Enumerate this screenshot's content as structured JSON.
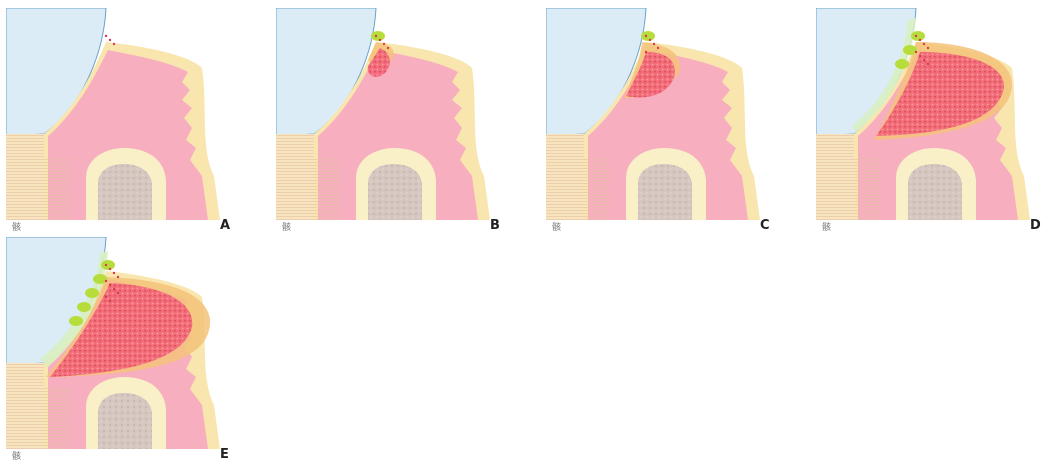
{
  "panels": [
    {
      "id": "a",
      "label": "A",
      "corner": "骸",
      "stage": 0
    },
    {
      "id": "b",
      "label": "B",
      "corner": "骸",
      "stage": 1
    },
    {
      "id": "c",
      "label": "C",
      "corner": "骸",
      "stage": 2
    },
    {
      "id": "d",
      "label": "D",
      "corner": "骸",
      "stage": 3
    },
    {
      "id": "e",
      "label": "E",
      "corner": "骸",
      "stage": 4
    }
  ],
  "colors": {
    "tooth": "#dcecf7",
    "cementum": "#f6e5bd",
    "gingiva_outline": "#f8e6ae",
    "connective_tissue": "#f7aebf",
    "bone_ring": "#f9f0c8",
    "bone_core": "#d6c8c0",
    "infiltrate": "#f26476",
    "epithelium_swelling": "#f5c27a",
    "plaque": "#b6dd3b",
    "plaque_film": "#d8efc2"
  },
  "icons": {
    "tooth": "tooth-crown-icon",
    "plaque": "plaque-icon"
  }
}
